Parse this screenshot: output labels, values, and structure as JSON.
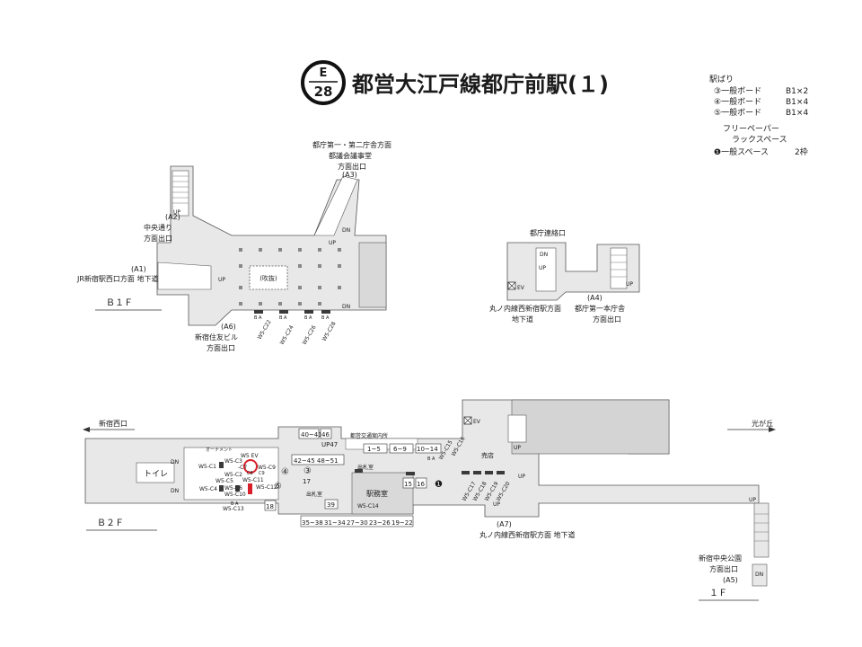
{
  "header": {
    "line_badge": "E",
    "station_number": "28",
    "title": "都営大江戸線都庁前駅(１)"
  },
  "legend": {
    "heading": "駅ばり",
    "rows": [
      {
        "item": "③一般ボード",
        "value": "B1×2"
      },
      {
        "item": "④一般ボード",
        "value": "B1×4"
      },
      {
        "item": "⑤一般ボード",
        "value": "B1×4"
      }
    ],
    "free_paper_1": "フリーペーパー",
    "free_paper_2": "ラックスペース",
    "space_item": "❶一般スペース",
    "space_value": "2枠"
  },
  "b1f": {
    "floor_label": "Ｂ１Ｆ",
    "atrium": "(吹抜)",
    "exits": {
      "a1_code": "(A1)",
      "a1_text": "JR新宿駅西口方面 地下道",
      "a2_code": "(A2)",
      "a2_text1": "中央通り",
      "a2_text2": "方面出口",
      "a3_code": "(A3)",
      "a3_text1": "都庁第一・第二庁舎方面",
      "a3_text2": "都議会議事堂",
      "a3_text3": "方面出口",
      "a6_code": "(A6)",
      "a6_text1": "新宿住友ビル",
      "a6_text2": "方面出口"
    },
    "boards": [
      "W5-C22",
      "W5-C24",
      "W5-C26",
      "W5-C28"
    ],
    "board_ba": "B A",
    "marks": {
      "up": "UP",
      "dn": "DN"
    }
  },
  "east_b1": {
    "label_top": "都庁連絡口",
    "ev": "EV",
    "dn": "DN",
    "up": "UP",
    "a4_code": "(A4)",
    "a4_text1": "都庁第一本庁舎",
    "a4_text2": "方面出口",
    "bottom_text1": "丸ノ内線西新宿駅方面",
    "bottom_text2": "地下道"
  },
  "b2f": {
    "floor_label": "Ｂ２Ｆ",
    "dir_left": "新宿西口",
    "dir_right": "光が丘",
    "toilet": "トイレ",
    "ev": "EV",
    "ev2": "W5 EV",
    "station_office": "駅務室",
    "ticket_office_1": "出札室",
    "ticket_office_2": "出札室",
    "info_center": "都営交通案内所",
    "kiosk": "売店",
    "a7_code": "(A7)",
    "a7_text": "丸ノ内線西新宿駅方面 地下道",
    "top_boxes": [
      "40~41",
      "46"
    ],
    "up47": "UP47",
    "row_42": "42~45 48~51",
    "upper_boxes": [
      "1~5",
      "6~9",
      "10~14"
    ],
    "mid_boxes": [
      "15",
      "16"
    ],
    "box_18": "18",
    "box_17": "17",
    "box_39": "39",
    "bottom_boxes": [
      "35~38",
      "31~34",
      "27~30",
      "23~26",
      "19~22"
    ],
    "w_codes_left": [
      "W5-C1",
      "W5-C3",
      "W5-C2",
      "W5-C4",
      "W5-C5",
      "W5-C6",
      "W5-C10",
      "W5-C9",
      "W5-C11",
      "W5-C12",
      "W5-C13",
      "W5-C14"
    ],
    "c7": "-C7",
    "c8": "C8",
    "c9": "C9",
    "w_codes_right": [
      "W5-C15",
      "W5-C16",
      "W5-C17",
      "W5-C18",
      "W5-C19",
      "W5-C20"
    ],
    "circled_numbers": [
      "④",
      "③",
      "⑤"
    ],
    "space_marker": "❶",
    "marks": {
      "up": "UP",
      "dn": "DN"
    },
    "ba": "B A",
    "atrium": "オーナメント"
  },
  "f1": {
    "floor_label": "１Ｆ",
    "a5_code": "(A5)",
    "a5_text1": "新宿中央公園",
    "a5_text2": "方面出口",
    "dn": "DN",
    "up": "UP"
  },
  "colors": {
    "floor": "#e8e8e8",
    "floor_dark": "#c9c9c9",
    "board_fill": "#3a3a3a",
    "highlight": "#d8202a",
    "line": "#555555"
  }
}
